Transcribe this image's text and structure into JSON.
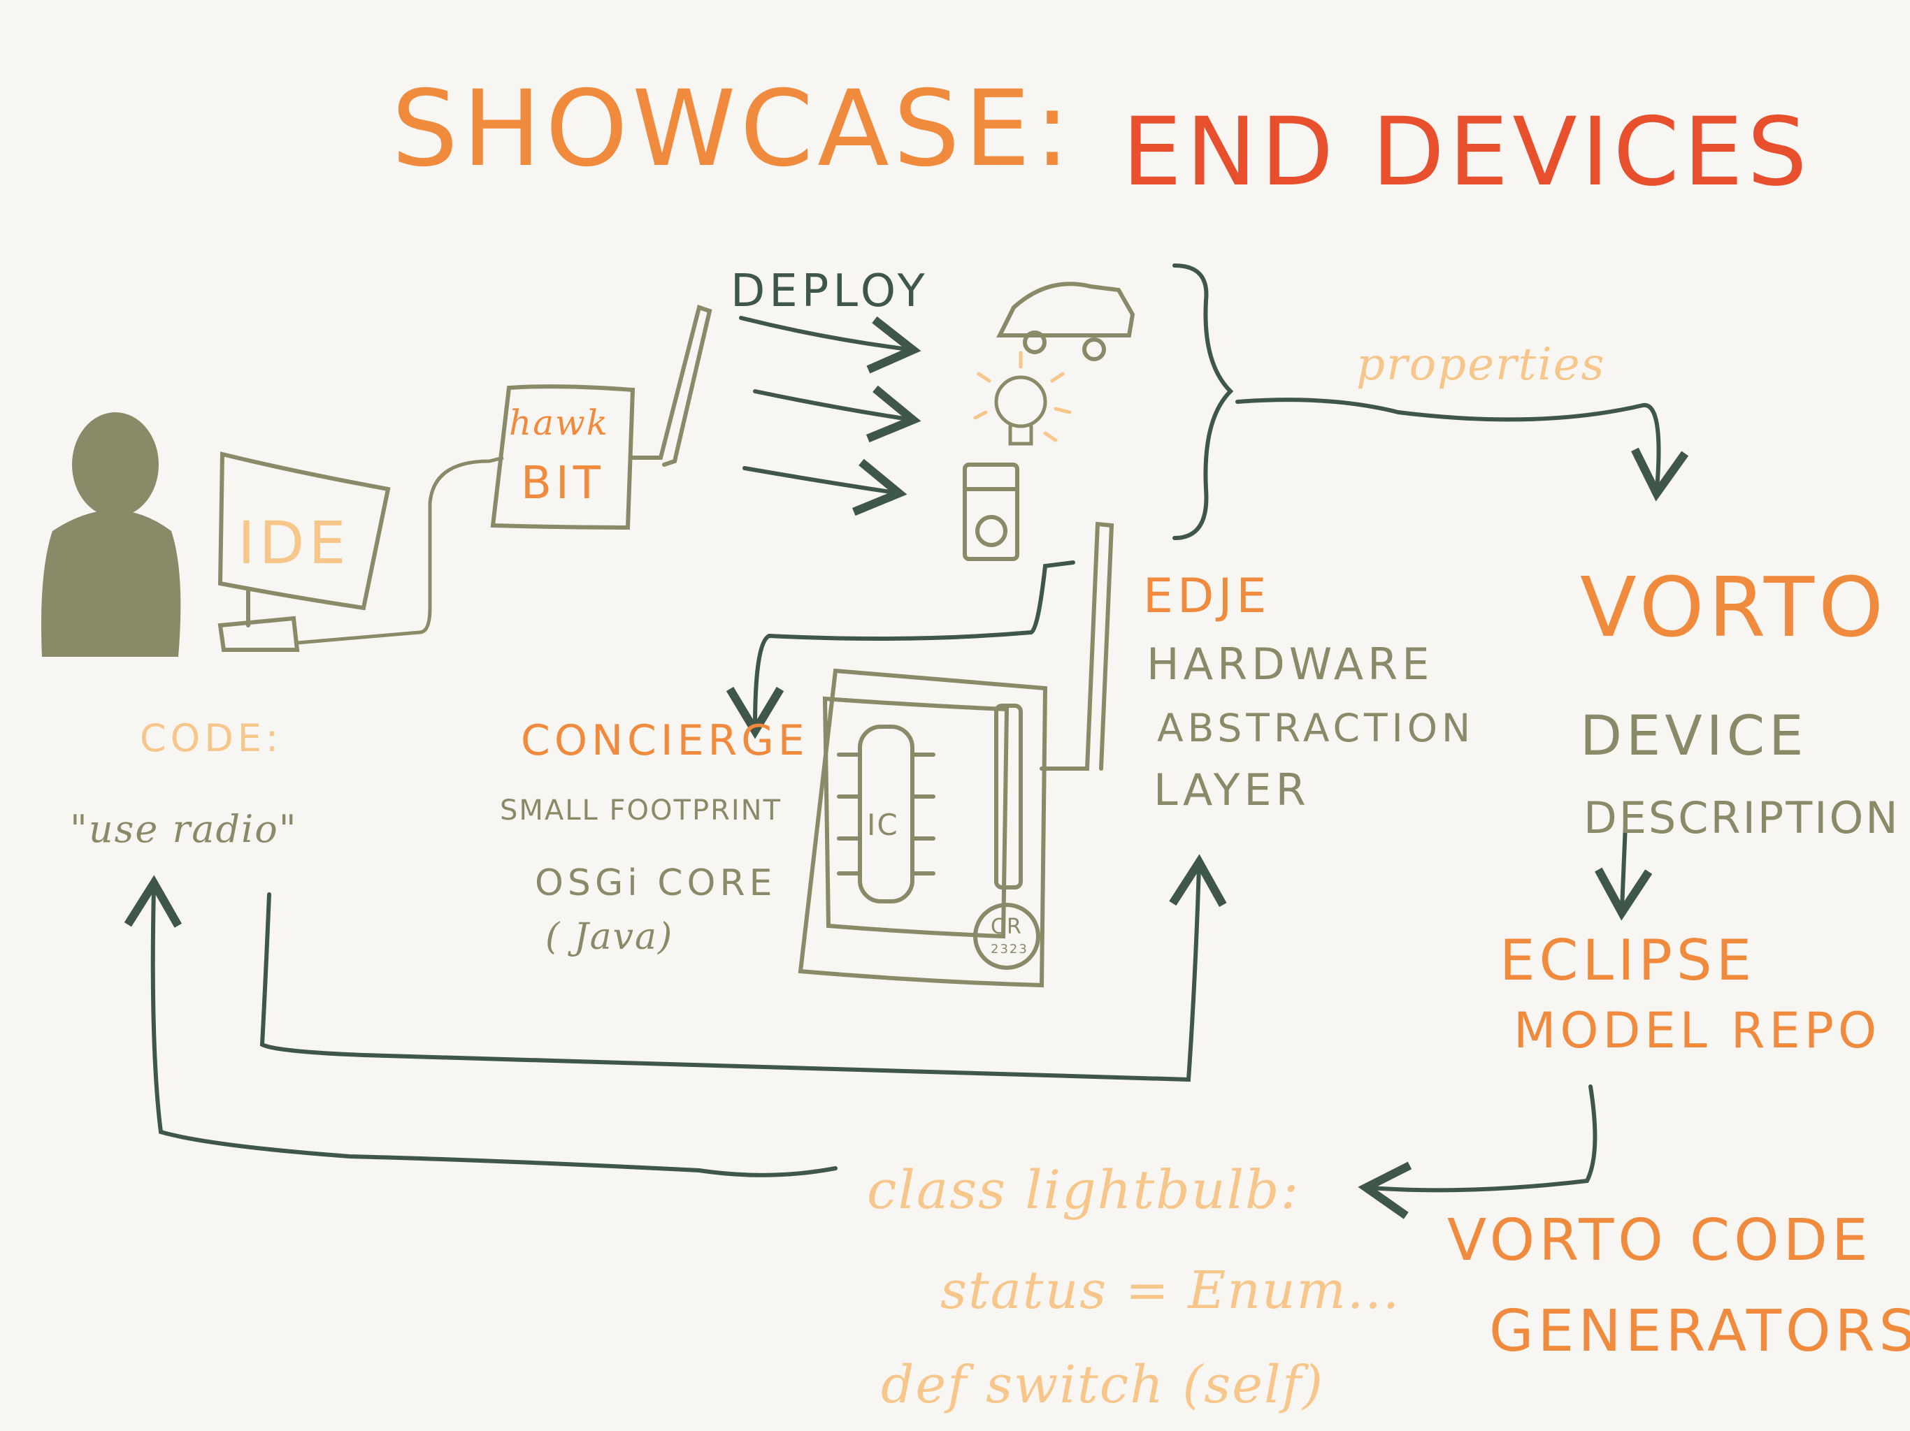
{
  "title": {
    "part1": "SHOWCASE:",
    "part2": "END DEVICES"
  },
  "deploy": {
    "label": "DEPLOY"
  },
  "hawkbit": {
    "line1": "hawk",
    "line2": "BIT"
  },
  "ide": {
    "label": "IDE"
  },
  "code": {
    "heading": "CODE:",
    "value": "\"use radio\""
  },
  "concierge": {
    "title": "CONCIERGE",
    "line1": "SMALL FOOTPRINT",
    "line2": "OSGi CORE",
    "line3": "( Java)"
  },
  "board": {
    "chip": "IC",
    "battery_line1": "CR",
    "battery_line2": "2323"
  },
  "edje": {
    "title": "EDJE",
    "line1": "HARDWARE",
    "line2": "ABSTRACTION",
    "line3": "LAYER"
  },
  "properties": {
    "label": "properties"
  },
  "vorto": {
    "title": "VORTO",
    "line1": "DEVICE",
    "line2": "DESCRIPTION"
  },
  "repo": {
    "line1": "ECLIPSE",
    "line2": "MODEL REPO"
  },
  "generators": {
    "line1": "VORTO CODE",
    "line2": "GENERATORS"
  },
  "generated_code": {
    "line1": "class lightbulb:",
    "line2": "status = Enum...",
    "line3": "def switch (self)"
  },
  "colors": {
    "olive": "#8a8a68",
    "orange": "#f08a3c",
    "light_orange": "#f7c68a",
    "red": "#e84f2c",
    "dark_green": "#3f564b",
    "background": "#f8f6f2"
  },
  "icons": [
    "person-icon",
    "monitor-icon",
    "car-icon",
    "lightbulb-icon",
    "washing-machine-icon",
    "circuit-board-icon"
  ]
}
